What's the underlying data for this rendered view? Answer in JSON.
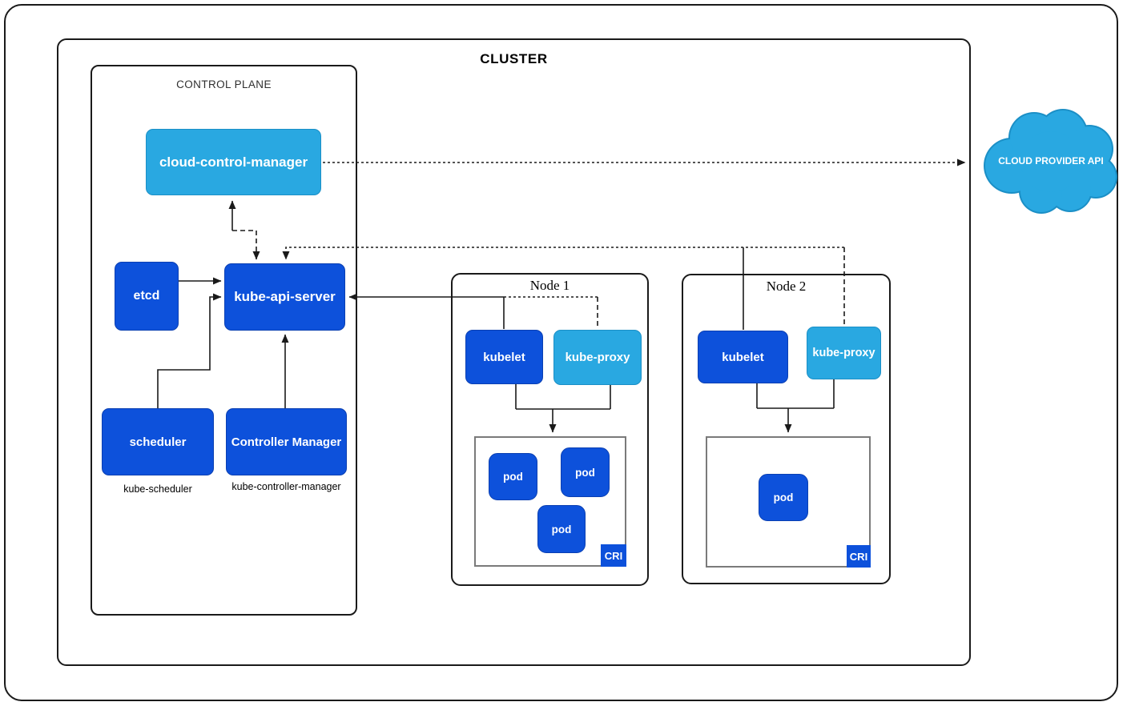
{
  "colors": {
    "component_blue": "#0d51db",
    "component_blue_border": "#0a3fb2",
    "accent_light_blue": "#29a8e1",
    "accent_light_blue_border": "#1b8fc6",
    "cri_border_gray": "#7a7a7a",
    "line_black": "#1a1a1a"
  },
  "cluster": {
    "label": "CLUSTER"
  },
  "control_plane": {
    "label": "CONTROL PLANE",
    "cloud_control_manager": "cloud-control-manager",
    "etcd": "etcd",
    "kube_api_server": "kube-api-server",
    "scheduler": "scheduler",
    "scheduler_caption": "kube-scheduler",
    "controller_manager": "Controller Manager",
    "controller_manager_caption": "kube-controller-manager"
  },
  "nodes": [
    {
      "label": "Node 1",
      "kubelet": "kubelet",
      "kube_proxy": "kube-proxy",
      "cri_label": "CRI",
      "pods": [
        "pod",
        "pod",
        "pod"
      ]
    },
    {
      "label": "Node 2",
      "kubelet": "kubelet",
      "kube_proxy": "kube-proxy",
      "cri_label": "CRI",
      "pods": [
        "pod"
      ]
    }
  ],
  "cloud_provider_api": {
    "label": "CLOUD PROVIDER API"
  }
}
